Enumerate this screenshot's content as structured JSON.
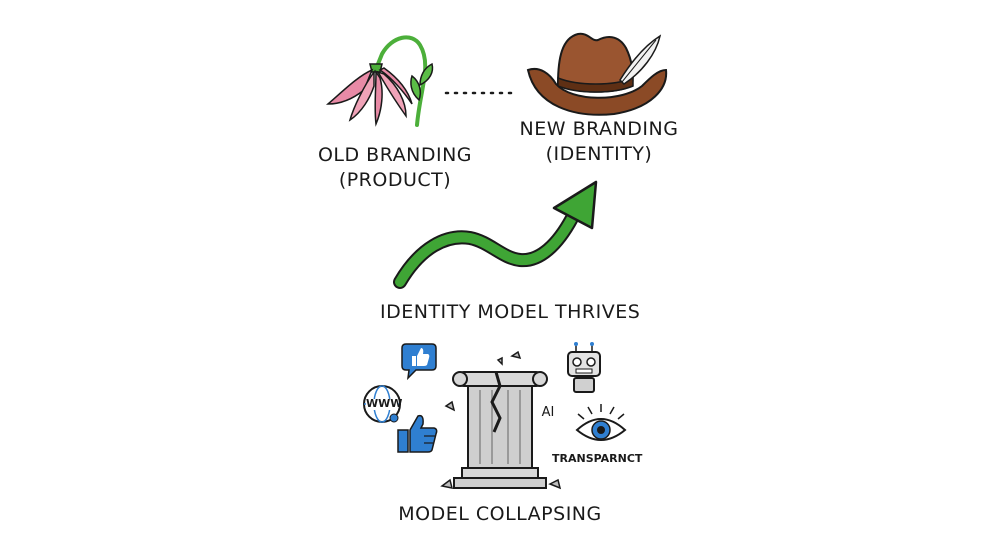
{
  "labels": {
    "old_branding_line1": "OLD BRANDING",
    "old_branding_line2": "(PRODUCT)",
    "new_branding_line1": "NEW BRANDING",
    "new_branding_line2": "(IDENTITY)",
    "thrives": "IDENTITY MODEL THRIVES",
    "collapsing": "MODEL COLLAPSING",
    "ai": "AI",
    "transparency": "TRANSPARNCT",
    "www": "WWW"
  },
  "icons": {
    "old_branding": "wilted-flower-icon",
    "new_branding": "cowboy-hat-icon",
    "growth": "growth-arrow-icon",
    "collapse": "cracked-column-icon",
    "web": "www-globe-icon",
    "social": "like-bubble-icon",
    "like": "thumbs-up-icon",
    "robot": "robot-icon",
    "eye": "eye-icon"
  },
  "colors": {
    "flower_pink": "#e88aa6",
    "stem_green": "#4caf3a",
    "hat_brown": "#8b4a26",
    "arrow_green": "#3fa535",
    "social_blue": "#2f7fd1",
    "column_grey": "#c9c9c9"
  }
}
